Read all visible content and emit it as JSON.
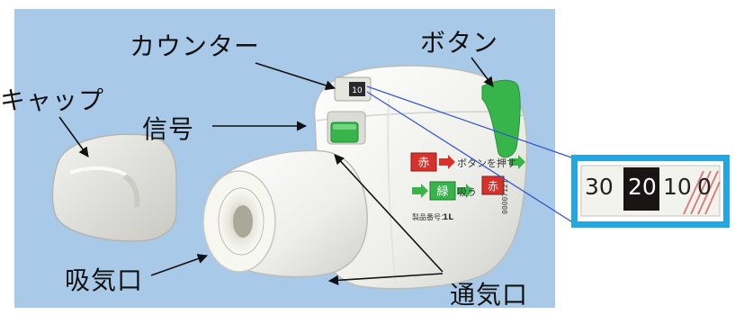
{
  "labels": {
    "counter": "カウンター",
    "button": "ボタン",
    "cap": "キャップ",
    "signal": "信号",
    "inlet": "吸気口",
    "vent": "通気口"
  },
  "device": {
    "step1_red": "赤",
    "step1_text": "ボタンを押す",
    "step2_green": "緑",
    "step2_text": "吸う",
    "step2_red": "赤",
    "lot_label": "製品番号：",
    "lot_value": "1L",
    "serial": "00007121",
    "counter_small": "10"
  },
  "counter_zoom": {
    "values": [
      "30",
      "20",
      "10",
      "0"
    ]
  },
  "colors": {
    "background": "#a9c9e8",
    "highlight_frame": "#22a7e0",
    "green_button": "#37b54a",
    "red_indicator": "#d8312b",
    "arrow": "#111111",
    "leader_line": "#3356c9"
  }
}
